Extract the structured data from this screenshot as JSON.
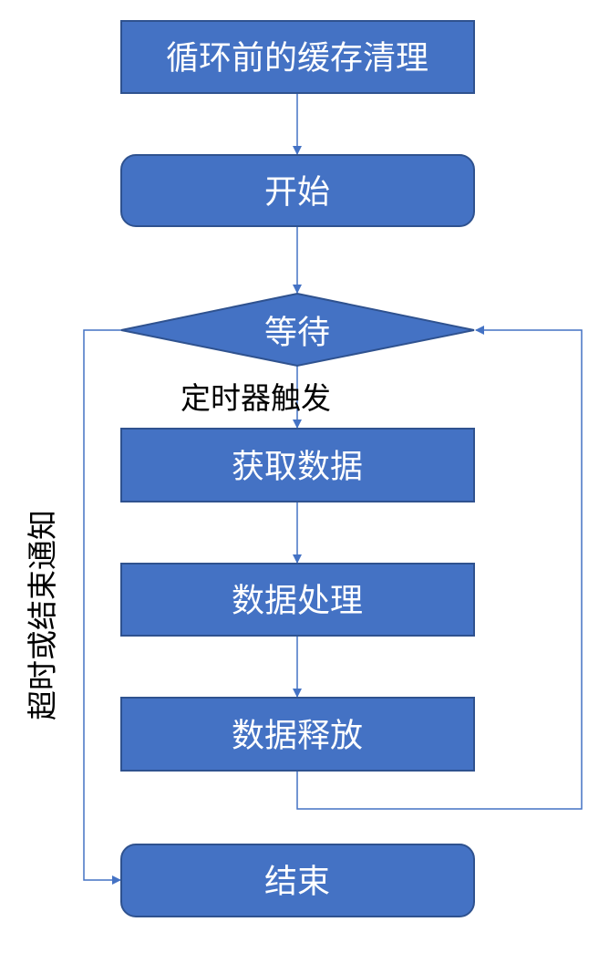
{
  "colors": {
    "node_fill": "#4472C4",
    "node_stroke": "#2F528F",
    "connector": "#4472C4"
  },
  "nodes": {
    "cache_clear": "循环前的缓存清理",
    "start": "开始",
    "wait": "等待",
    "fetch": "获取数据",
    "process": "数据处理",
    "release": "数据释放",
    "end": "结束"
  },
  "labels": {
    "timer_trigger": "定时器触发",
    "timeout_or_end": "超时或结束通知"
  }
}
